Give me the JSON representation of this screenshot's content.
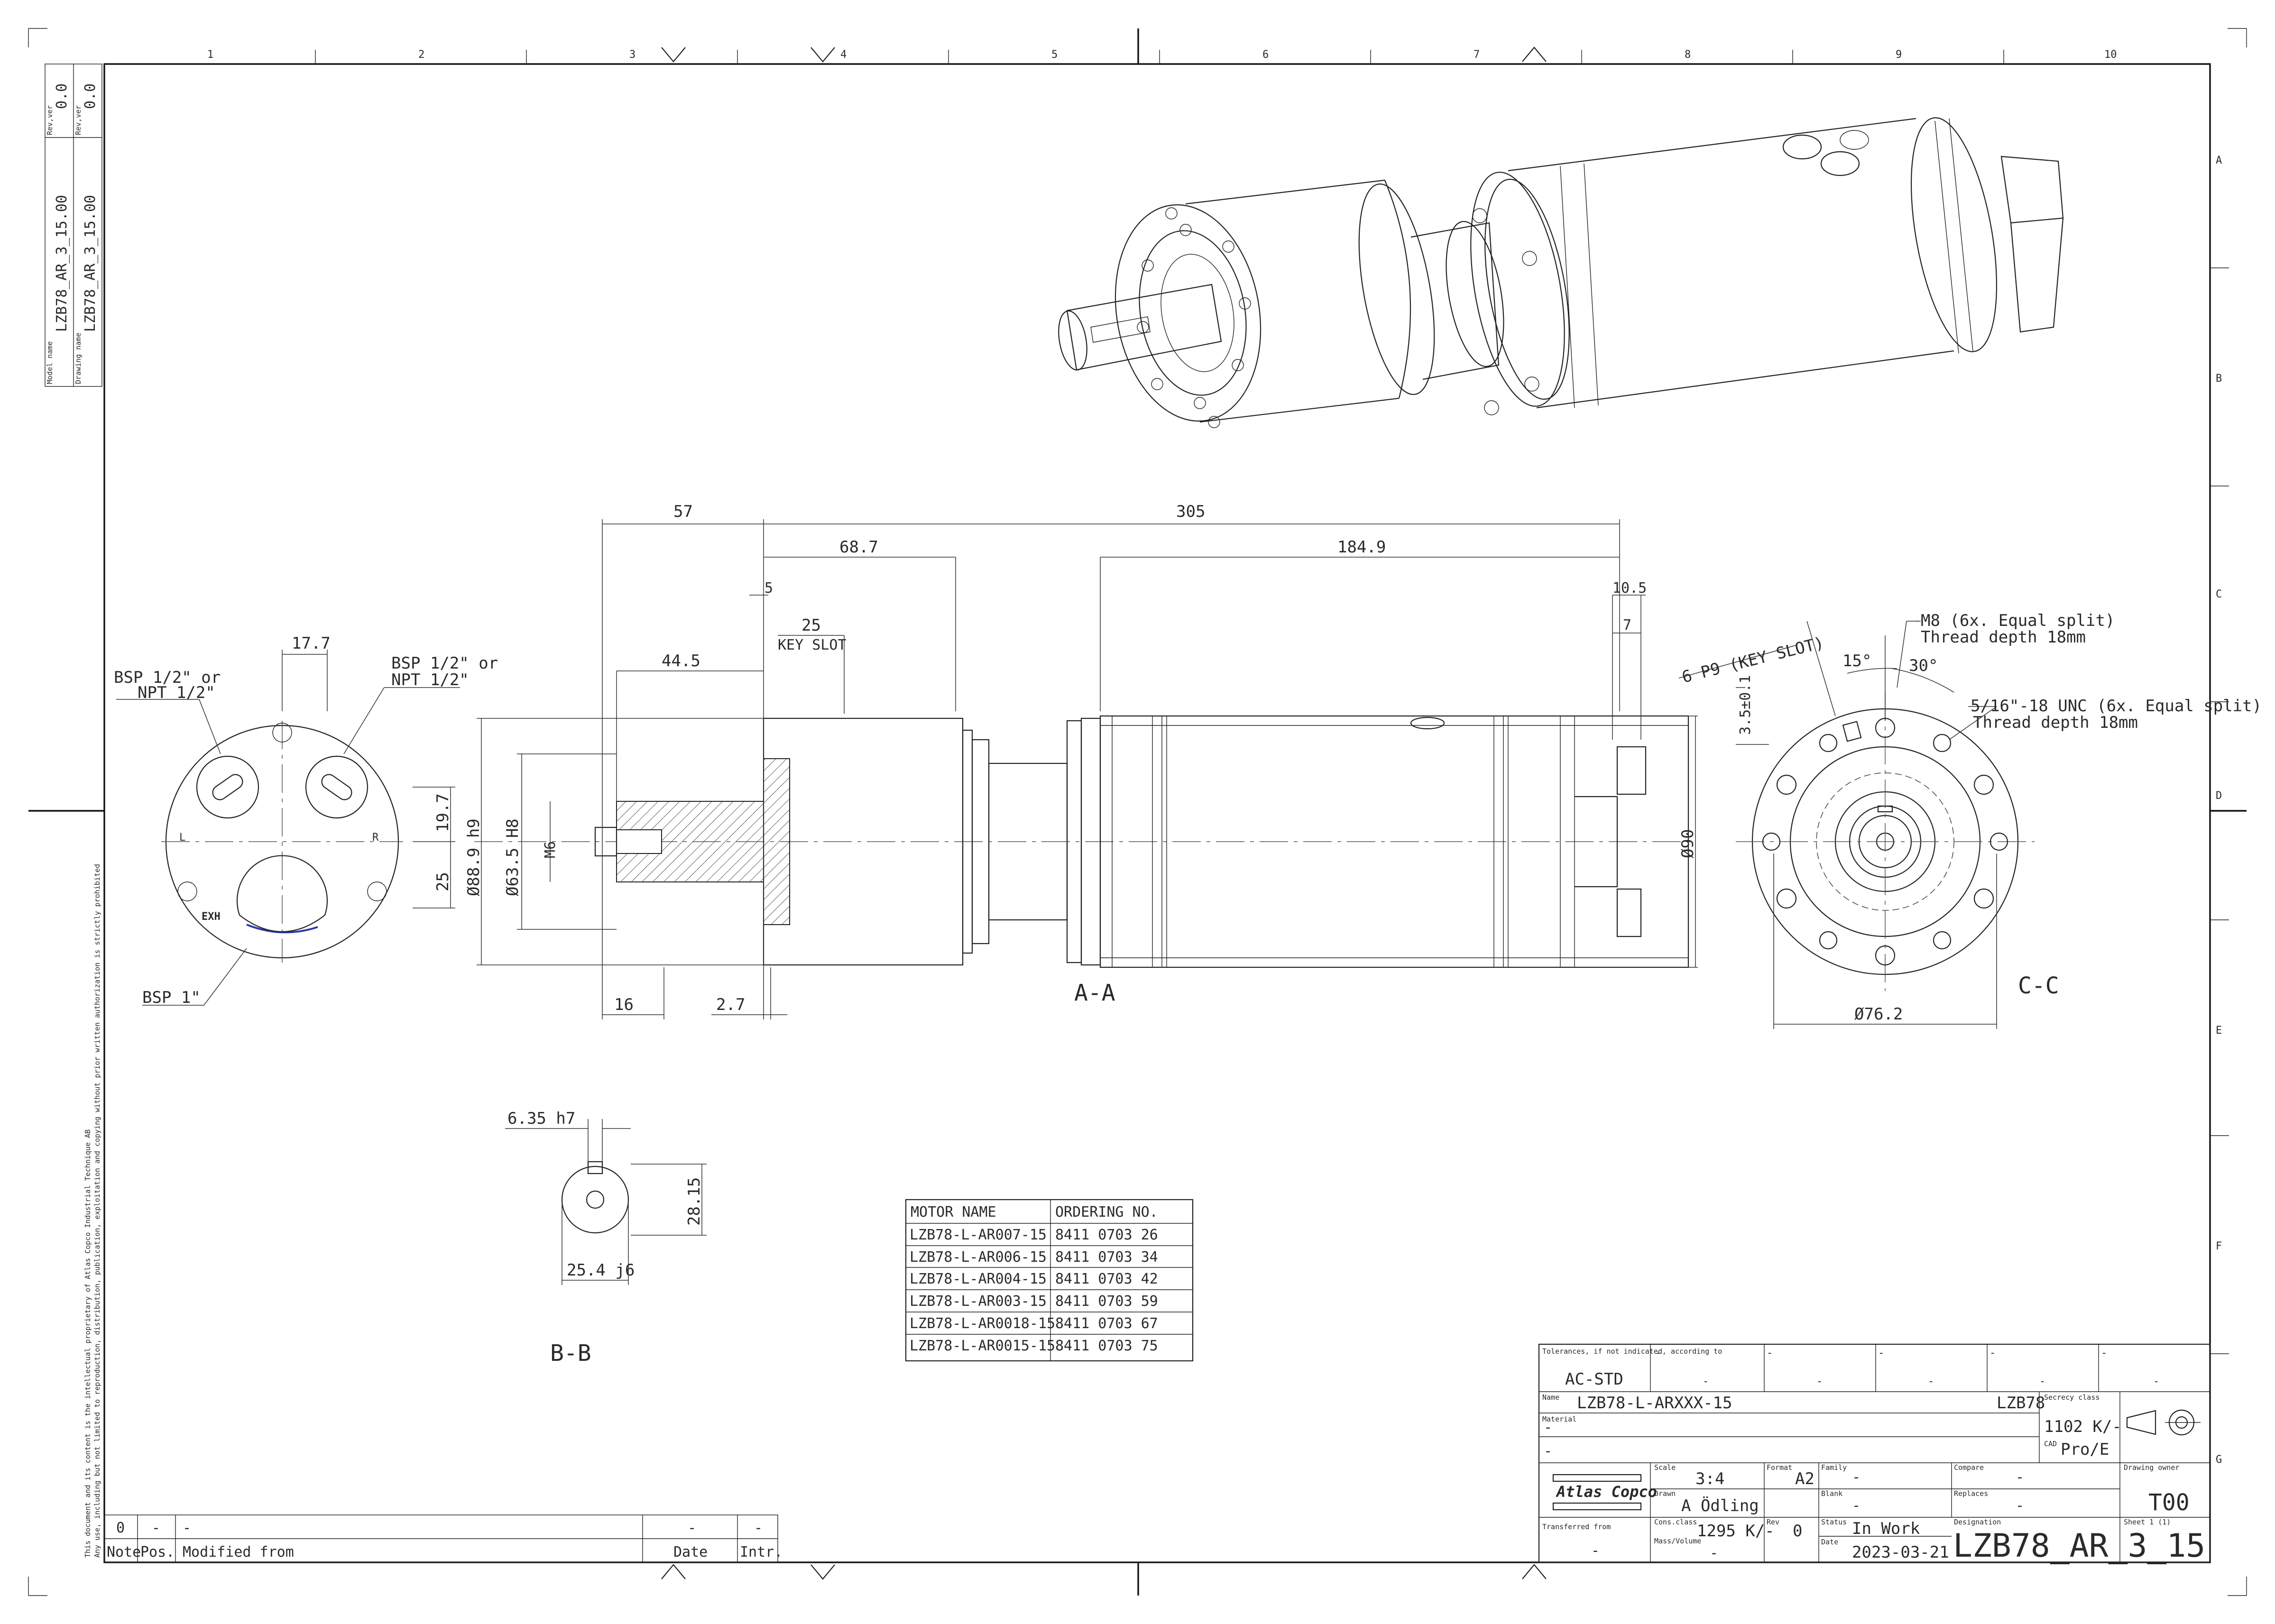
{
  "frame": {
    "col_labels": [
      "1",
      "2",
      "3",
      "4",
      "5",
      "6",
      "7",
      "8",
      "9",
      "10"
    ],
    "row_labels": [
      "A",
      "B",
      "C",
      "D",
      "E",
      "F",
      "G"
    ]
  },
  "side_panel": {
    "model_name_label": "Model name",
    "model_name": "LZB78_AR_3_15.00",
    "drawing_name_label": "Drawing name",
    "drawing_name": "LZB78_AR_3_15.00",
    "rev_ver_label": "Rev,ver",
    "rev_ver_1": "0.0",
    "rev_ver_2": "0.0"
  },
  "confidentiality": {
    "line1": "This document and its content is the intellectual proprietary of Atlas Copco Industrial Technique AB",
    "line2": "Any use, including but not limited to reproduction, distribution, publication, exploitation and copying without prior written authorization is strictly prohibited"
  },
  "views": {
    "section_aa": "A-A",
    "section_bb": "B-B",
    "section_cc": "C-C"
  },
  "dimensions": {
    "d57": "57",
    "d305": "305",
    "d68_7": "68.7",
    "d184_9": "184.9",
    "d5": "5",
    "d25": "25",
    "key_slot": "KEY SLOT",
    "d44_5": "44.5",
    "d10_5": "10.5",
    "d7": "7",
    "dia88_9": "Ø88.9 h9",
    "dia63_5": "Ø63.5 H8",
    "m6": "M6",
    "dia90": "Ø90",
    "d16": "16",
    "d2_7": "2.7",
    "d17_7": "17.7",
    "d19_7": "19.7",
    "d25b": "25",
    "bsp_half_left_1": "BSP 1/2\" or",
    "bsp_half_left_2": "NPT 1/2\"",
    "bsp_half_right_1": "BSP 1/2\" or",
    "bsp_half_right_2": "NPT 1/2\"",
    "bsp_1": "BSP 1\"",
    "exh": "EXH",
    "port_l": "L",
    "port_r": "R",
    "d6_35": "6.35 h7",
    "d28_15": "28.15",
    "d25_4": "25.4 j6",
    "m8_1": "M8 (6x. Equal split)",
    "m8_2": "Thread depth 18mm",
    "unc_1": "5/16\"-18 UNC (6x. Equal split)",
    "unc_2": "Thread depth 18mm",
    "p9": "6 P9 (KEY SLOT)",
    "d3_5": "3.5±0.1",
    "ang15": "15°",
    "ang30": "30°",
    "dia76_2": "Ø76.2"
  },
  "motor_table": {
    "headers": [
      "MOTOR NAME",
      "ORDERING NO."
    ],
    "rows": [
      [
        "LZB78-L-AR007-15",
        "8411 0703 26"
      ],
      [
        "LZB78-L-AR006-15",
        "8411 0703 34"
      ],
      [
        "LZB78-L-AR004-15",
        "8411 0703 42"
      ],
      [
        "LZB78-L-AR003-15",
        "8411 0703 59"
      ],
      [
        "LZB78-L-AR0018-15",
        "8411 0703 67"
      ],
      [
        "LZB78-L-AR0015-15",
        "8411 0703 75"
      ]
    ]
  },
  "revision_block": {
    "row": [
      "0",
      "-",
      "-",
      "-",
      "-"
    ],
    "headers": [
      "Note",
      "Pos.",
      "Modified from",
      "Date",
      "Intr."
    ]
  },
  "title_block": {
    "tolerances_label": "Tolerances, if not indicated, according to",
    "tolerances": "AC-STD",
    "dashes": [
      "-",
      "-",
      "-",
      "-",
      "-",
      "-",
      "-",
      "-",
      "-",
      "-"
    ],
    "name_label": "Name",
    "name": "LZB78-L-ARXXX-15",
    "name_suffix": "LZB78",
    "secrecy_label": "Secrecy class",
    "secrecy": "1102 K/-",
    "material_label": "Material",
    "material": "-",
    "material2": "-",
    "cad_label": "CAD",
    "cad": "Pro/E",
    "scale_label": "Scale",
    "scale": "3:4",
    "format_label": "Format",
    "format": "A2",
    "family_label": "Family",
    "family": "-",
    "compare_label": "Compare",
    "compare": "-",
    "drawing_owner_label": "Drawing owner",
    "drawing_owner": "T00",
    "drawn_label": "Drawn",
    "drawn": "A Ödling",
    "blank_label": "Blank",
    "blank": "-",
    "replaces_label": "Replaces",
    "replaces": "-",
    "cons_label": "Cons.class",
    "cons": "1295 K/-",
    "rev_label": "Rev",
    "rev": "0",
    "status_label": "Status",
    "status": "In Work",
    "designation_label": "Designation",
    "designation": "LZB78_AR_3_15",
    "sheet_label": "Sheet 1 (1)",
    "transferred_label": "Transferred from",
    "transferred": "-",
    "mass_label": "Mass/Volume",
    "mass": "-",
    "date_label": "Date",
    "date": "2023-03-21",
    "logo_text": "Atlas Copco"
  }
}
